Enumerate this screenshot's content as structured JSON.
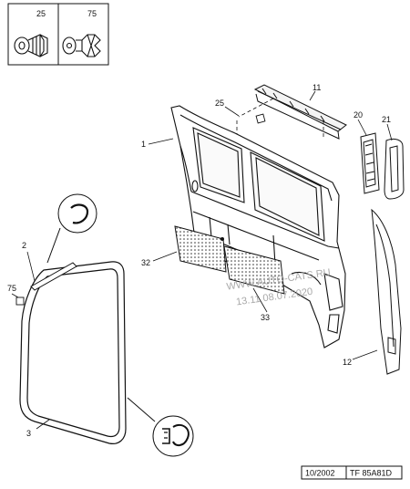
{
  "legend": {
    "items": [
      {
        "number": "25",
        "icon": "push-pin-clip-icon"
      },
      {
        "number": "75",
        "icon": "rivet-clip-icon"
      }
    ]
  },
  "callouts": {
    "c1": "1",
    "c2": "2",
    "c3": "3",
    "c11": "11",
    "c12": "12",
    "c20": "20",
    "c21": "21",
    "c25": "25",
    "c32": "32",
    "c33": "33",
    "c75": "75"
  },
  "watermark": {
    "line1": "WWW.AUTO-CATS.RU",
    "line2": "13.11 08.07.2020"
  },
  "footer": {
    "date": "10/2002",
    "code": "TF 85A81D"
  }
}
